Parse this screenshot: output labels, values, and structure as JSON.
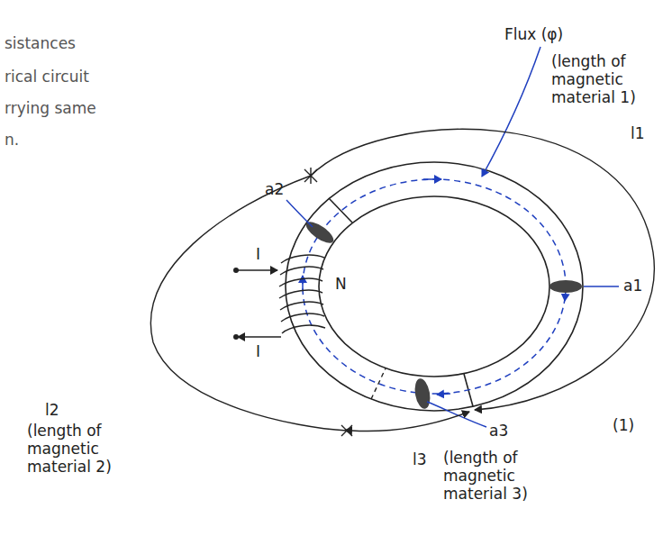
{
  "diagram": {
    "labels": [
      "sistances",
      "rical circuit",
      "rrying same",
      "n.",
      "Flux (φ)",
      "(length of magnetic material 1)",
      "l1",
      "a2",
      "a1",
      "a3",
      "N",
      "I",
      "I",
      "(1)",
      "l2",
      "(length of magnetic material 2)",
      "l3",
      "(length of magnetic material 3)"
    ]
  }
}
